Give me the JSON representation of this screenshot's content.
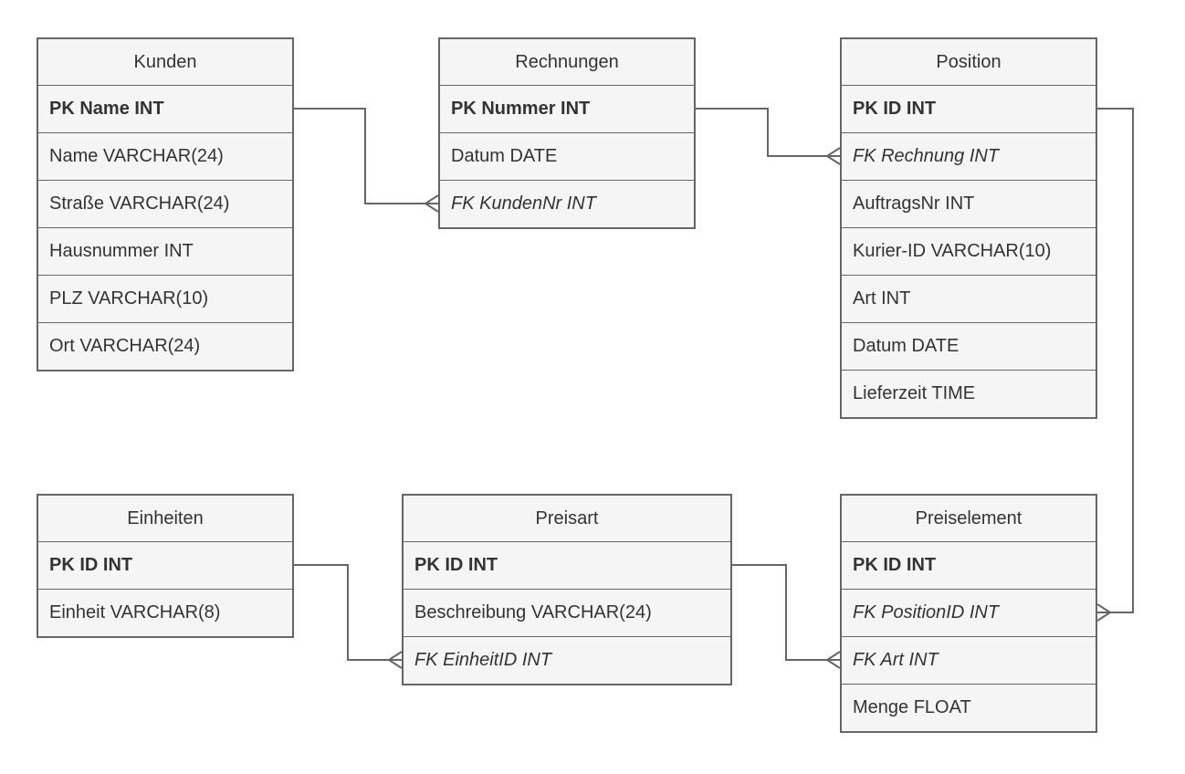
{
  "diagram": {
    "kind": "entity-relationship-diagram",
    "colors": {
      "background": "#ffffff",
      "row_fill": "#f5f5f5",
      "border": "#666666",
      "connector": "#666666",
      "text": "#333333"
    }
  },
  "tables": [
    {
      "name": "Kunden",
      "columns": [
        {
          "label": "PK Name INT"
        },
        {
          "label": "Name VARCHAR(24)"
        },
        {
          "label": "Straße VARCHAR(24)"
        },
        {
          "label": "Hausnummer INT"
        },
        {
          "label": "PLZ VARCHAR(10)"
        },
        {
          "label": "Ort VARCHAR(24)"
        }
      ]
    },
    {
      "name": "Rechnungen",
      "columns": [
        {
          "label": "PK Nummer INT"
        },
        {
          "label": "Datum DATE"
        },
        {
          "label": "FK KundenNr INT"
        }
      ]
    },
    {
      "name": "Position",
      "columns": [
        {
          "label": "PK ID INT"
        },
        {
          "label": "FK Rechnung INT"
        },
        {
          "label": "AuftragsNr INT"
        },
        {
          "label": "Kurier-ID VARCHAR(10)"
        },
        {
          "label": "Art INT"
        },
        {
          "label": "Datum DATE"
        },
        {
          "label": "Lieferzeit TIME"
        }
      ]
    },
    {
      "name": "Einheiten",
      "columns": [
        {
          "label": "PK ID INT"
        },
        {
          "label": "Einheit VARCHAR(8)"
        }
      ]
    },
    {
      "name": "Preisart",
      "columns": [
        {
          "label": "PK ID INT"
        },
        {
          "label": "Beschreibung VARCHAR(24)"
        },
        {
          "label": "FK EinheitID INT"
        }
      ]
    },
    {
      "name": "Preiselement",
      "columns": [
        {
          "label": "PK ID INT"
        },
        {
          "label": "FK PositionID INT"
        },
        {
          "label": "FK Art INT"
        },
        {
          "label": "Menge FLOAT"
        }
      ]
    }
  ],
  "relations": [
    {
      "from": "Kunden.PK Name INT",
      "to": "Rechnungen.FK KundenNr INT",
      "marker_at_to": "crow-foot-many"
    },
    {
      "from": "Rechnungen.PK Nummer INT",
      "to": "Position.FK Rechnung INT",
      "marker_at_to": "crow-foot-many"
    },
    {
      "from": "Position.PK ID INT",
      "to": "Preiselement.FK PositionID INT",
      "marker_at_to": "crow-foot-many"
    },
    {
      "from": "Einheiten.PK ID INT",
      "to": "Preisart.FK EinheitID INT",
      "marker_at_to": "crow-foot-many"
    },
    {
      "from": "Preisart.PK ID INT",
      "to": "Preiselement.FK Art INT",
      "marker_at_to": "crow-foot-many"
    }
  ]
}
